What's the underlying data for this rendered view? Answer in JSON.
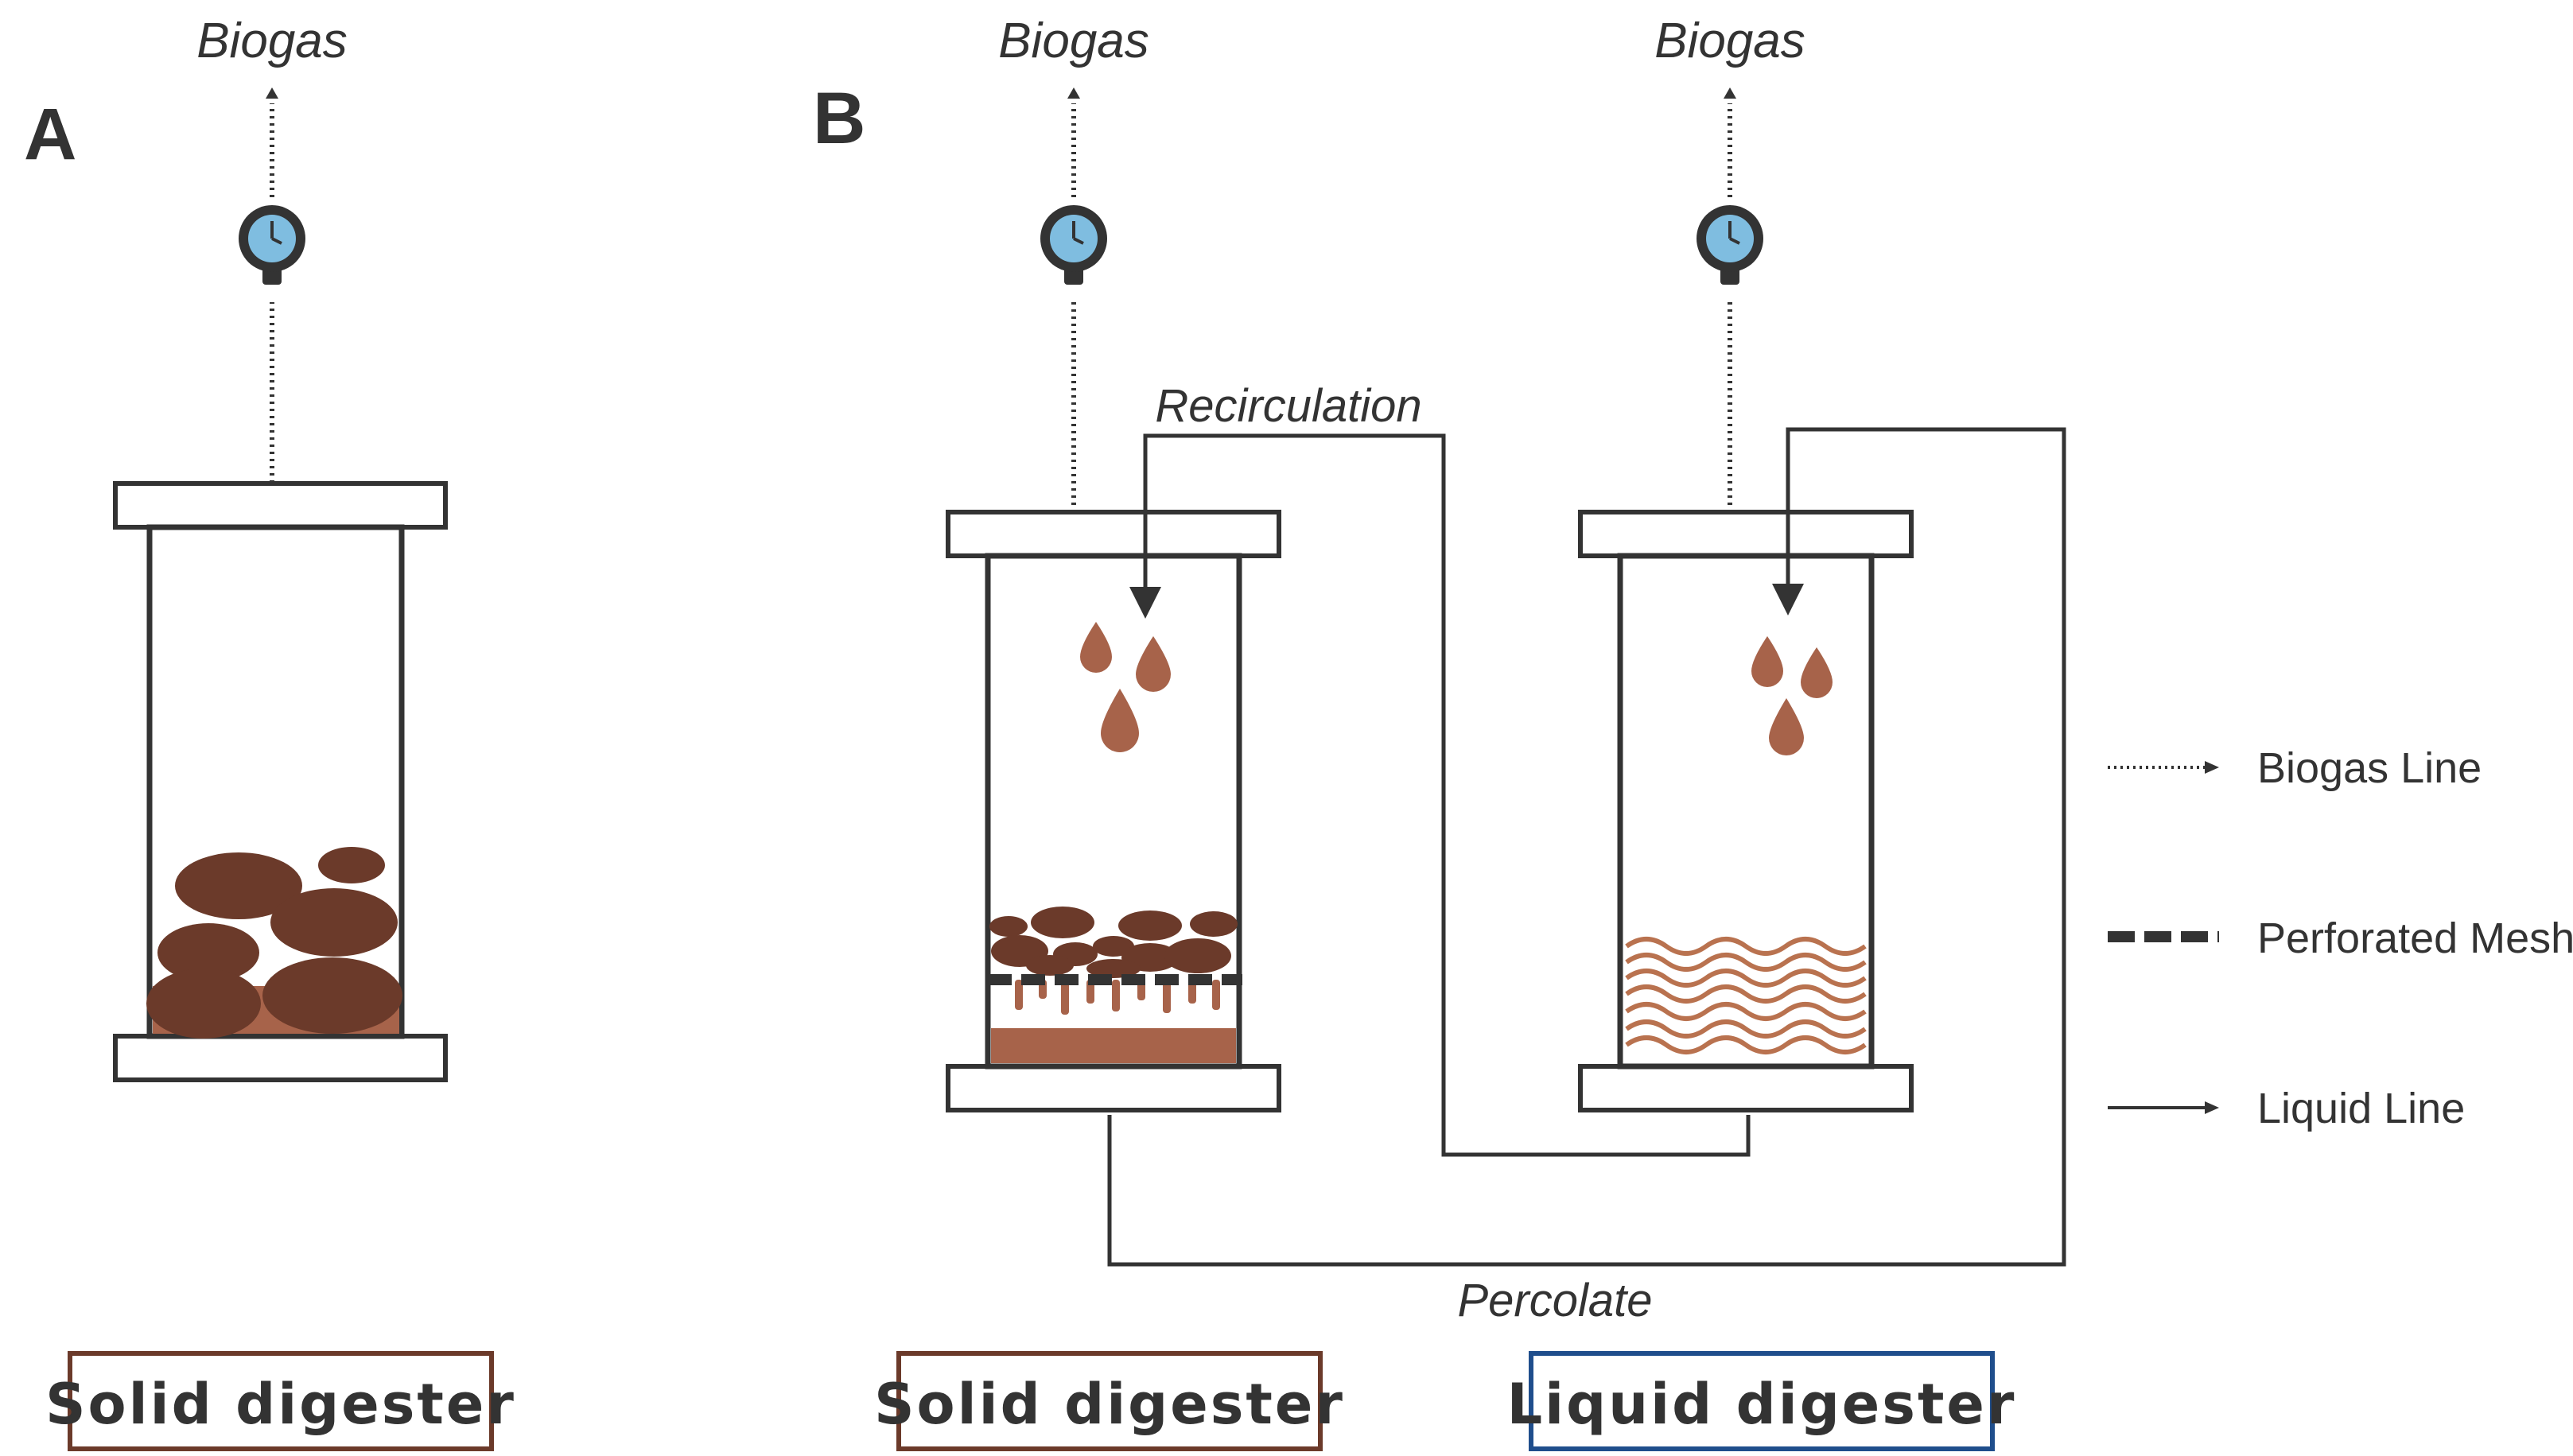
{
  "panels": {
    "a": "A",
    "b": "B"
  },
  "biogas": {
    "a": "Biogas",
    "b_solid": "Biogas",
    "b_liquid": "Biogas"
  },
  "flows": {
    "recirculation": "Recirculation",
    "percolate": "Percolate"
  },
  "legend": [
    {
      "label": "Biogas Line",
      "style": "dotted-arrow"
    },
    {
      "label": "Perforated Mesh",
      "style": "thick-dashed"
    },
    {
      "label": "Liquid Line",
      "style": "solid-arrow"
    }
  ],
  "digesters": {
    "a": {
      "label": "Solid digester",
      "border_color": "#6b3a2a"
    },
    "b_solid": {
      "label": "Solid digester",
      "border_color": "#6b3a2a"
    },
    "b_liquid": {
      "label": "Liquid digester",
      "border_color": "#1f4e8c"
    }
  },
  "colors": {
    "substrate": "#6b3a2a",
    "percolate_fill": "#a7634a",
    "fiber": "#b9724f",
    "gauge": "#7fbde0",
    "line": "#333333"
  }
}
